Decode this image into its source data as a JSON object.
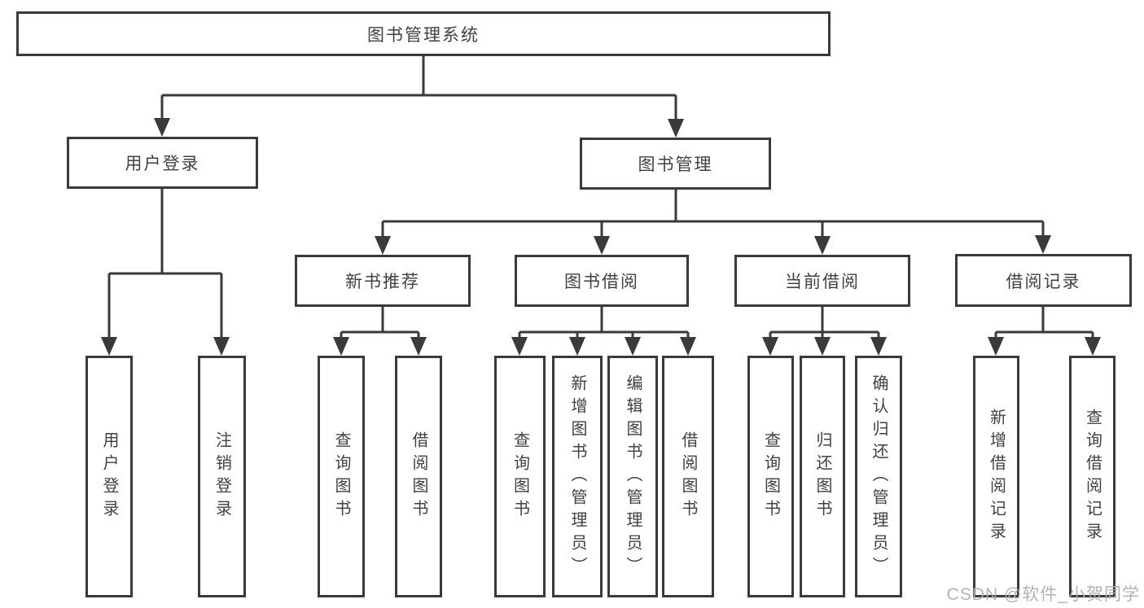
{
  "diagram": {
    "root": {
      "label": "图书管理系统"
    },
    "branches": {
      "user_login": {
        "label": "用户登录",
        "children": {
          "login": "用户登录",
          "logout": "注销登录"
        }
      },
      "book_mgmt": {
        "label": "图书管理",
        "sections": {
          "new_books": {
            "label": "新书推荐",
            "children": {
              "query": "查询图书",
              "borrow": "借阅图书"
            }
          },
          "borrowing": {
            "label": "图书借阅",
            "children": {
              "query": "查询图书",
              "add": "新增图书（管理员）",
              "edit": "编辑图书（管理员）",
              "borrow": "借阅图书"
            }
          },
          "current": {
            "label": "当前借阅",
            "children": {
              "query": "查询图书",
              "return": "归还图书",
              "confirm": "确认归还（管理员）"
            }
          },
          "records": {
            "label": "借阅记录",
            "children": {
              "add": "新增借阅记录",
              "query": "查询借阅记录"
            }
          }
        }
      }
    }
  },
  "watermark": {
    "text": "CSDN @软件_小贺同学"
  }
}
